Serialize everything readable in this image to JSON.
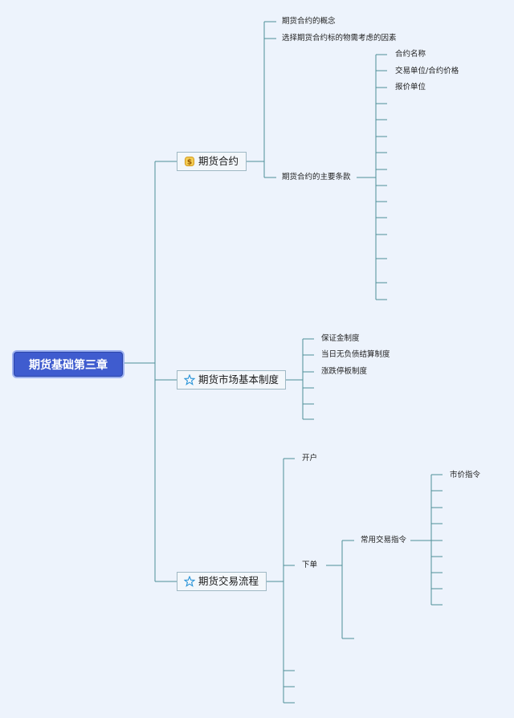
{
  "root": {
    "label": "期货基础第三章"
  },
  "branches": [
    {
      "label": "期货合约",
      "icon": "coin-icon",
      "children": [
        "期货合约的概念",
        "选择期货合约标的物需考虑的因素",
        "期货合约的主要条款"
      ],
      "terms": [
        "合约名称",
        "交易单位/合约价格",
        "报价单位"
      ]
    },
    {
      "label": "期货市场基本制度",
      "icon": "star-icon",
      "children": [
        "保证金制度",
        "当日无负债结算制度",
        "涨跌停板制度"
      ]
    },
    {
      "label": "期货交易流程",
      "icon": "star-icon",
      "children": [
        "开户",
        "下单"
      ],
      "order_group": "常用交易指令",
      "orders": [
        "市价指令"
      ]
    }
  ]
}
